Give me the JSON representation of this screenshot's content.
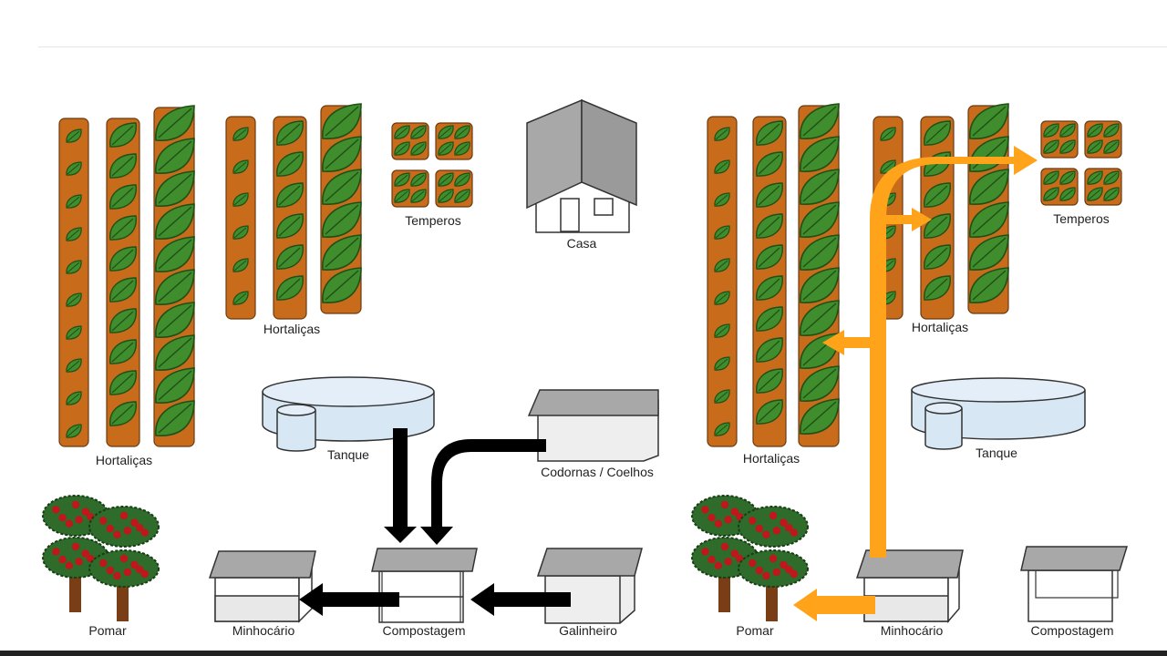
{
  "colors": {
    "soil": "#c86c1c",
    "leaf": "#3f8d2c",
    "leaf_dark": "#1f4f16",
    "roof": "#a8a8a8",
    "water": "#d7e7f4",
    "arrow_black": "#000000",
    "arrow_orange": "#ffa31a",
    "tree_canopy": "#2f6b2a",
    "trunk": "#7a3e16",
    "fruit": "#c0161c"
  },
  "left_scene": {
    "labels": {
      "hortalicas_big": "Hortaliças",
      "hortalicas_small": "Hortaliças",
      "temperos": "Temperos",
      "casa": "Casa",
      "tanque": "Tanque",
      "codornas": "Codornas / Coelhos",
      "pomar": "Pomar",
      "minhocario": "Minhocário",
      "compostagem": "Compostagem",
      "galinheiro": "Galinheiro"
    }
  },
  "right_scene": {
    "labels": {
      "hortalicas_big": "Hortaliças",
      "hortalicas_small": "Hortaliças",
      "temperos": "Temperos",
      "tanque": "Tanque",
      "pomar": "Pomar",
      "minhocario": "Minhocário",
      "compostagem": "Compostagem"
    }
  }
}
